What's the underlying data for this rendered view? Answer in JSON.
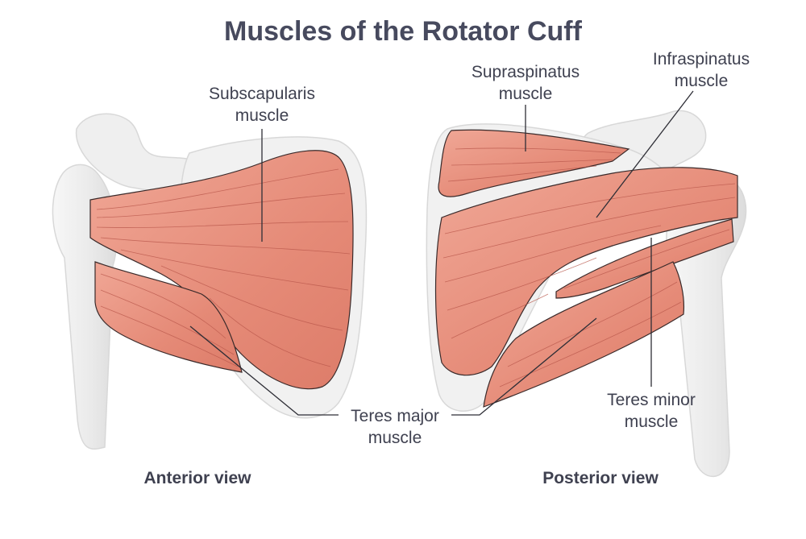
{
  "title": "Muscles of the Rotator Cuff",
  "labels": {
    "subscapularis": [
      "Subscapularis",
      "muscle"
    ],
    "supraspinatus": [
      "Supraspinatus",
      "muscle"
    ],
    "infraspinatus": [
      "Infraspinatus",
      "muscle"
    ],
    "teres_major": [
      "Teres major",
      "muscle"
    ],
    "teres_minor": [
      "Teres minor",
      "muscle"
    ]
  },
  "views": {
    "anterior": "Anterior view",
    "posterior": "Posterior view"
  },
  "colors": {
    "muscle": "#e8917e",
    "muscle_light": "#f2ad9c",
    "fiber": "#b8564a",
    "bone": "#ececec",
    "bone_edge": "#d6d6d6",
    "text": "#3f4150"
  }
}
